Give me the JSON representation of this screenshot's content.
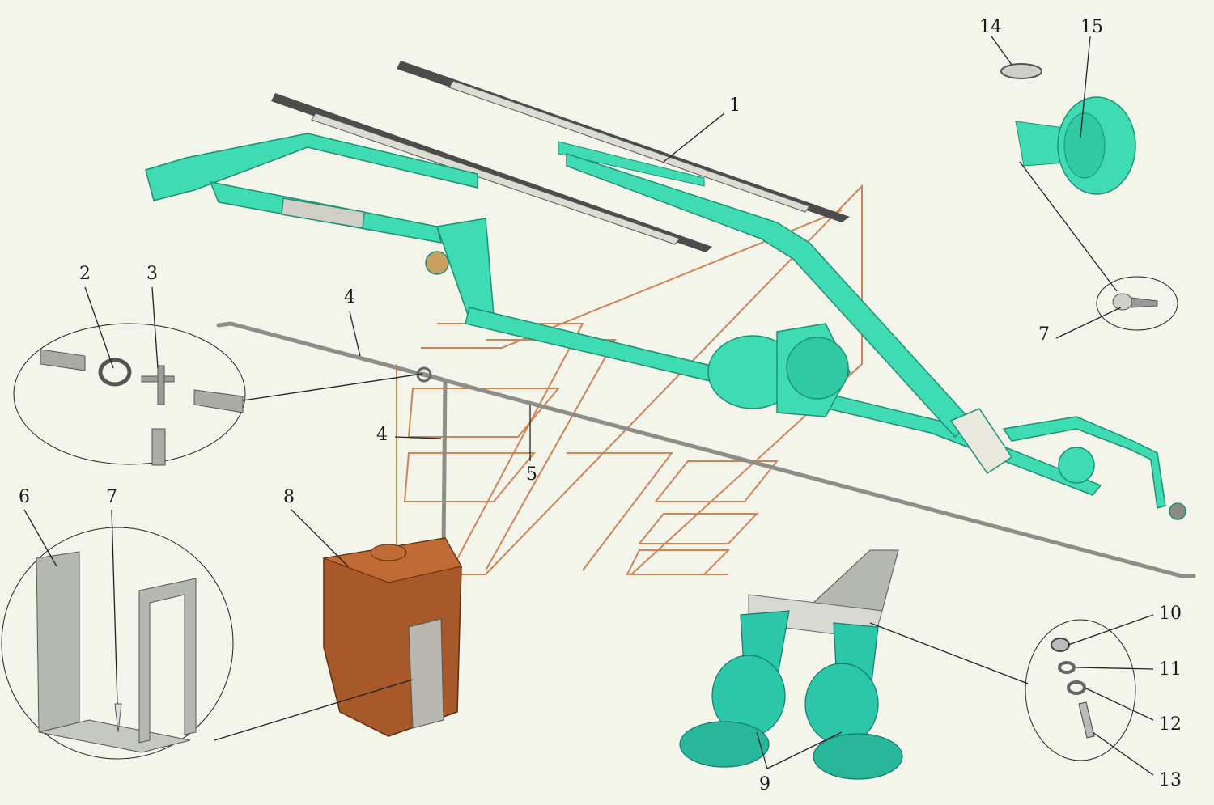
{
  "callouts": {
    "c1": "1",
    "c2": "2",
    "c3": "3",
    "c4a": "4",
    "c4b": "4",
    "c5": "5",
    "c6": "6",
    "c7a": "7",
    "c7b": "7",
    "c8": "8",
    "c9": "9",
    "c10": "10",
    "c11": "11",
    "c12": "12",
    "c13": "13",
    "c14": "14",
    "c15": "15"
  },
  "colors": {
    "background": "#f3f4ea",
    "mechanism": "#3fdcb4",
    "mechanism_dark": "#1f8f74",
    "tank": "#a7592a",
    "horn": "#2cc6a8",
    "watermark": "#c9784a",
    "tube": "#b8b8b0",
    "line": "#222222"
  }
}
